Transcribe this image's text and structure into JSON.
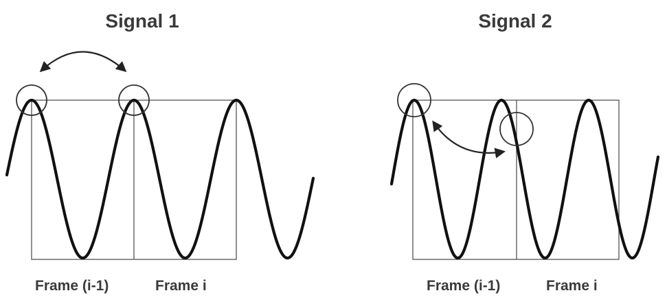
{
  "signal1": {
    "title": "Signal 1",
    "frame_prev_label": "Frame (i-1)",
    "frame_curr_label": "Frame i"
  },
  "signal2": {
    "title": "Signal 2",
    "frame_prev_label": "Frame (i-1)",
    "frame_curr_label": "Frame i"
  }
}
